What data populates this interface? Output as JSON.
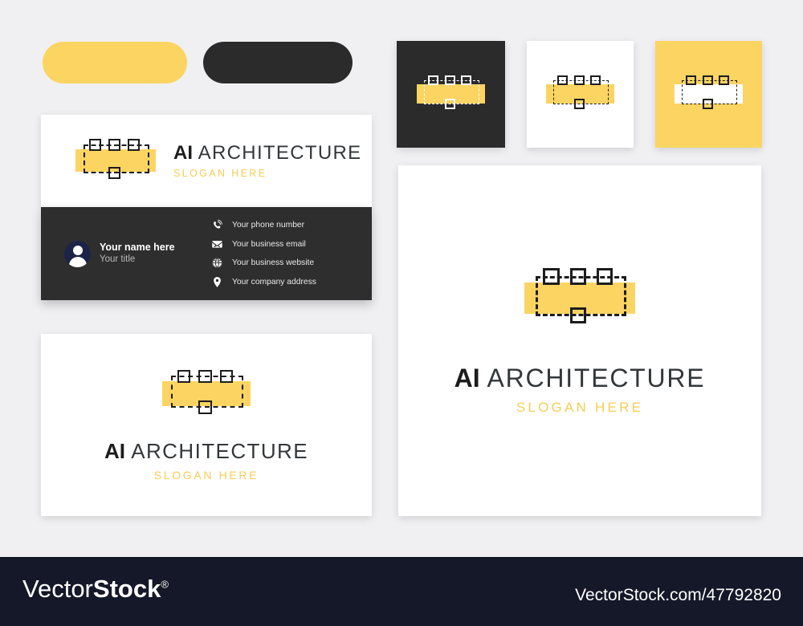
{
  "brand": {
    "name_bold": "AI",
    "name_rest": " ARCHITECTURE",
    "slogan": "SLOGAN HERE",
    "colors": {
      "yellow": "#fcd462",
      "dark": "#2b2b2b",
      "white": "#ffffff",
      "background": "#f0f0f2",
      "slogan_yellow": "#f7cd55",
      "avatar_navy": "#1b2447",
      "watermark_bar": "#151828"
    }
  },
  "swatches": [
    {
      "name": "yellow-swatch",
      "color": "#fcd462"
    },
    {
      "name": "dark-swatch",
      "color": "#2b2b2b"
    }
  ],
  "business_card": {
    "front": {
      "name_bold": "AI",
      "name_rest": " ARCHITECTURE",
      "slogan": "SLOGAN HERE"
    },
    "back": {
      "person_name": "Your name here",
      "person_title": "Your title",
      "contacts": [
        {
          "icon": "phone-icon",
          "label": "Your phone number"
        },
        {
          "icon": "envelope-icon",
          "label": "Your business email"
        },
        {
          "icon": "globe-icon",
          "label": "Your business website"
        },
        {
          "icon": "location-pin-icon",
          "label": "Your company address"
        }
      ]
    }
  },
  "logo_variants": [
    {
      "name": "dark-background-variant",
      "background": "#2b2b2b",
      "bar": "#fcd462",
      "stroke": "#ffffff"
    },
    {
      "name": "light-background-variant",
      "background": "#ffffff",
      "bar": "#fcd462",
      "stroke": "#1d1d1d"
    },
    {
      "name": "yellow-background-variant",
      "background": "#fcd462",
      "bar": "#ffffff",
      "stroke": "#1d1d1d"
    }
  ],
  "stacked_card": {
    "name_bold": "AI",
    "name_rest": " ARCHITECTURE",
    "slogan": "SLOGAN HERE"
  },
  "large_panel": {
    "name_bold": "AI",
    "name_rest": " ARCHITECTURE",
    "slogan": "SLOGAN HERE"
  },
  "watermark": {
    "logo_part1": "Vector",
    "logo_part2": "Stock",
    "registered": "®",
    "url": "VectorStock.com/47792820"
  }
}
